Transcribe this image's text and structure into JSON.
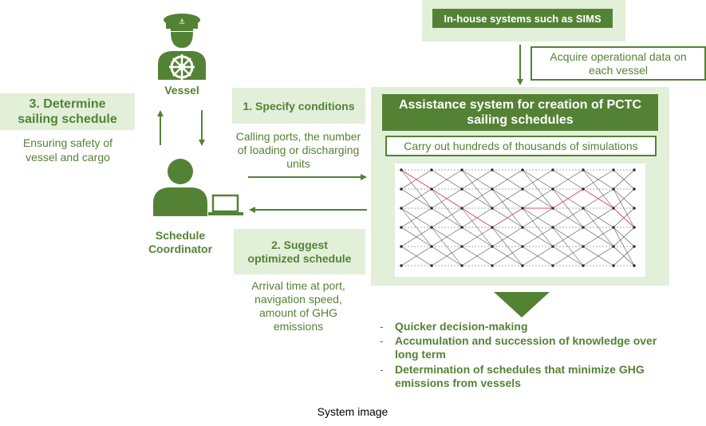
{
  "inhouse": {
    "label": "In-house systems such as SIMS"
  },
  "acquire": {
    "text": "Acquire operational data on each vessel"
  },
  "vessel": {
    "label": "Vessel",
    "icon": "captain-person-icon"
  },
  "determine": {
    "title": "3. Determine sailing schedule",
    "detail": "Ensuring safety of vessel and cargo"
  },
  "specify": {
    "title": "1. Specify conditions",
    "detail": "Calling ports, the number of loading or discharging units"
  },
  "coordinator": {
    "label": "Schedule Coordinator",
    "icon": "coordinator-person-icon",
    "laptop_icon": "laptop-icon"
  },
  "suggest": {
    "title": "2. Suggest optimized schedule",
    "detail": "Arrival time at port, navigation speed, amount of GHG emissions"
  },
  "assist": {
    "title": "Assistance system for creation of PCTC sailing schedules",
    "sim": "Carry out hundreds of thousands of simulations",
    "graph_icon": "simulation-network-graph"
  },
  "outcomes": [
    "Quicker decision-making",
    "Accumulation and succession of knowledge over long term",
    "Determination of schedules that minimize GHG emissions from vessels"
  ],
  "caption": "System image",
  "colors": {
    "accent": "#548235",
    "light": "#e2efd9",
    "path": "#ff0000"
  }
}
